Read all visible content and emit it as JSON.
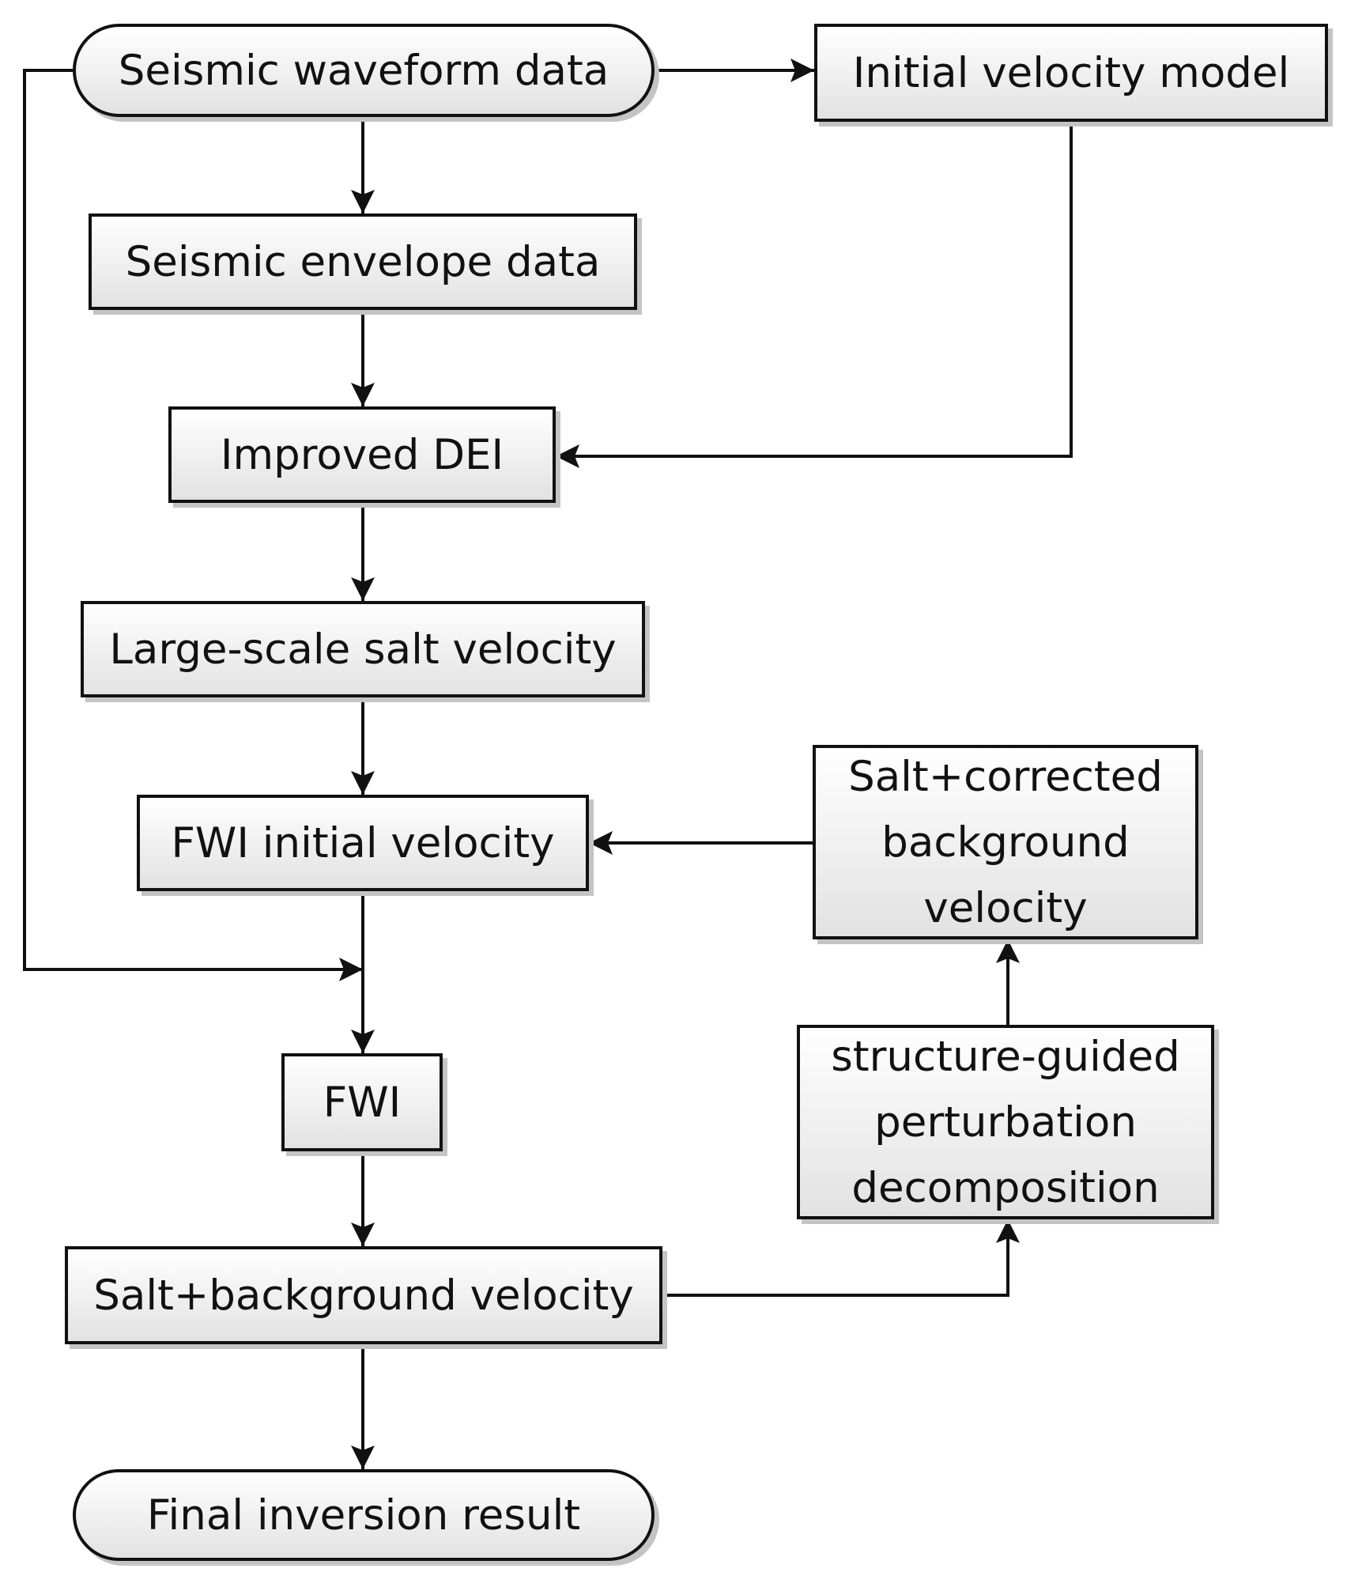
{
  "colors": {
    "node_fill_top": "#ffffff",
    "node_fill_bottom": "#e2e2e2",
    "stroke": "#111111",
    "shadow": "#c4c4c4"
  },
  "nodes": {
    "seismic_waveform_data": {
      "label": "Seismic waveform data",
      "shape": "terminal"
    },
    "initial_velocity_model": {
      "label": "Initial velocity model",
      "shape": "process"
    },
    "seismic_envelope_data": {
      "label": "Seismic envelope data",
      "shape": "process"
    },
    "improved_dei": {
      "label": "Improved DEI",
      "shape": "process"
    },
    "large_scale_salt_velocity": {
      "label": "Large-scale salt velocity",
      "shape": "process"
    },
    "fwi_initial_velocity": {
      "label": "FWI initial velocity",
      "shape": "process"
    },
    "salt_corrected_background_velocity": {
      "label": "Salt+corrected\nbackground\nvelocity",
      "shape": "process"
    },
    "fwi": {
      "label": "FWI",
      "shape": "process"
    },
    "structure_guided_perturbation_decomposition": {
      "label": "structure-guided\nperturbation\ndecomposition",
      "shape": "process"
    },
    "salt_background_velocity": {
      "label": "Salt+background velocity",
      "shape": "process"
    },
    "final_inversion_result": {
      "label": "Final inversion result",
      "shape": "terminal"
    }
  },
  "edges": [
    {
      "from": "seismic_waveform_data",
      "to": "initial_velocity_model"
    },
    {
      "from": "seismic_waveform_data",
      "to": "seismic_envelope_data"
    },
    {
      "from": "seismic_envelope_data",
      "to": "improved_dei"
    },
    {
      "from": "initial_velocity_model",
      "to": "improved_dei"
    },
    {
      "from": "improved_dei",
      "to": "large_scale_salt_velocity"
    },
    {
      "from": "large_scale_salt_velocity",
      "to": "fwi_initial_velocity"
    },
    {
      "from": "salt_corrected_background_velocity",
      "to": "fwi_initial_velocity"
    },
    {
      "from": "fwi_initial_velocity",
      "to": "fwi"
    },
    {
      "from": "seismic_waveform_data",
      "to": "fwi"
    },
    {
      "from": "fwi",
      "to": "salt_background_velocity"
    },
    {
      "from": "salt_background_velocity",
      "to": "structure_guided_perturbation_decomposition"
    },
    {
      "from": "structure_guided_perturbation_decomposition",
      "to": "salt_corrected_background_velocity"
    },
    {
      "from": "salt_background_velocity",
      "to": "final_inversion_result"
    }
  ]
}
